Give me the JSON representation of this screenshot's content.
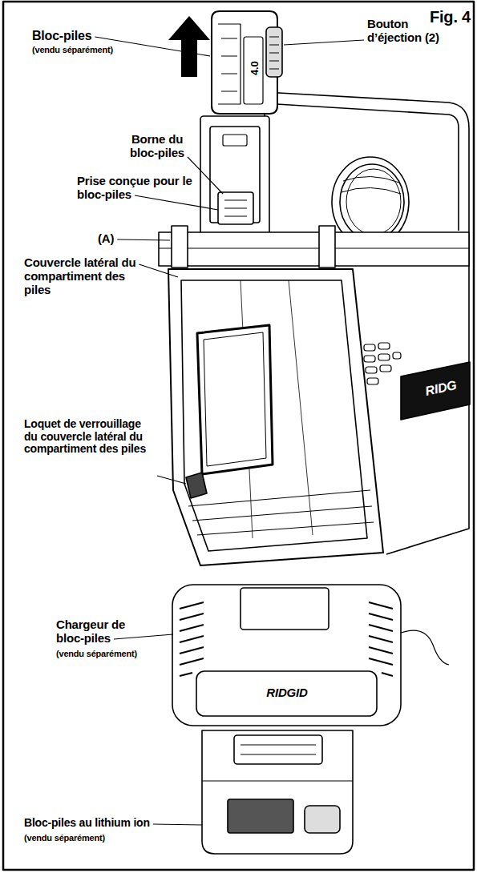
{
  "diagram": {
    "title": "Fig. 4",
    "labels": [
      "Bloc-piles",
      "(vendu séparément)",
      "Bouton d’éjection (2)",
      "Borne du bloc-piles",
      "Prise conçue pour le bloc-piles",
      "(A)",
      "Couvercle latéral du compartiment des piles",
      "Loquet de verrouillage du couvercle latéral du compartiment des piles",
      "Chargeur de bloc-piles",
      "(vendu séparément)",
      "Bloc-piles au lithium ion",
      "(vendu séparément)",
      "4.0",
      "RIDGID",
      "RIDG"
    ]
  }
}
